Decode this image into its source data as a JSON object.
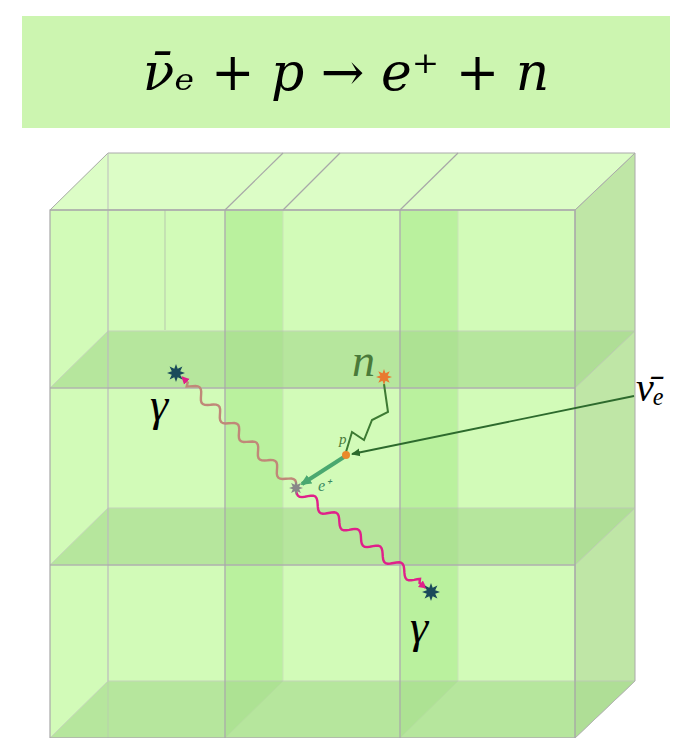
{
  "diagram": {
    "title": "ν̄ₑ + p → e⁺ + n",
    "labels": [
      "n",
      "ν̄ₑ",
      "γ",
      "γ",
      "p",
      "e⁺"
    ]
  }
}
